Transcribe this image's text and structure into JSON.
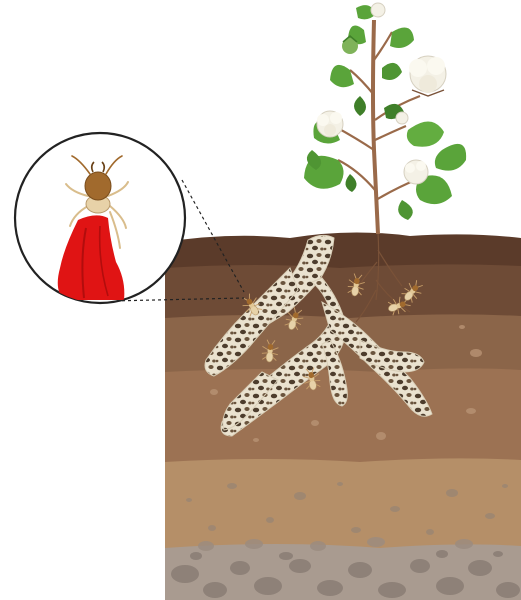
{
  "scene": {
    "elements": {
      "plant": "cotton-plant",
      "soil": "soil-cross-section",
      "tunnels": "termite-tunnels",
      "insects": "termites",
      "magnifier": "magnified-termite"
    },
    "colors": {
      "background": "#ffffff",
      "topsoil": "#5b3b2a",
      "subsoil_dark": "#6e4b36",
      "subsoil_mid": "#8b6549",
      "subsoil_light": "#a77c5b",
      "sand": "#b58f68",
      "stone_layer": "#a99b90",
      "stone": "#8e8178",
      "tunnel_fill": "#eae2cf",
      "tunnel_spots": "#4d3d2d",
      "leaf": "#5aa43a",
      "leaf_dark": "#3f7f29",
      "stem": "#9a6a4a",
      "boll": "#f4f1e6",
      "termite_head": "#a16a2d",
      "termite_body": "#e7d2a8",
      "red_cloth": "#e01414",
      "magnifier_ring": "#222222"
    },
    "termite_count": 7
  }
}
